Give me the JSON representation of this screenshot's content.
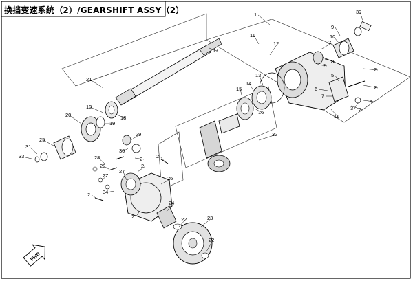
{
  "title": "换挡变速系统（2）/GEARSHIFT ASSY（2）",
  "callouts": [
    "1",
    "2",
    "2",
    "2",
    "2",
    "2",
    "2",
    "2",
    "2",
    "2",
    "2",
    "3",
    "4",
    "5",
    "6",
    "7",
    "8",
    "9",
    "10",
    "10",
    "11",
    "11",
    "12",
    "13",
    "14",
    "15",
    "16",
    "17",
    "18",
    "19",
    "20",
    "21",
    "22",
    "22",
    "23",
    "24",
    "25",
    "26",
    "27",
    "27",
    "28",
    "28",
    "29",
    "30",
    "31",
    "33",
    "33",
    "34",
    "32"
  ],
  "direction_label": "FWD"
}
